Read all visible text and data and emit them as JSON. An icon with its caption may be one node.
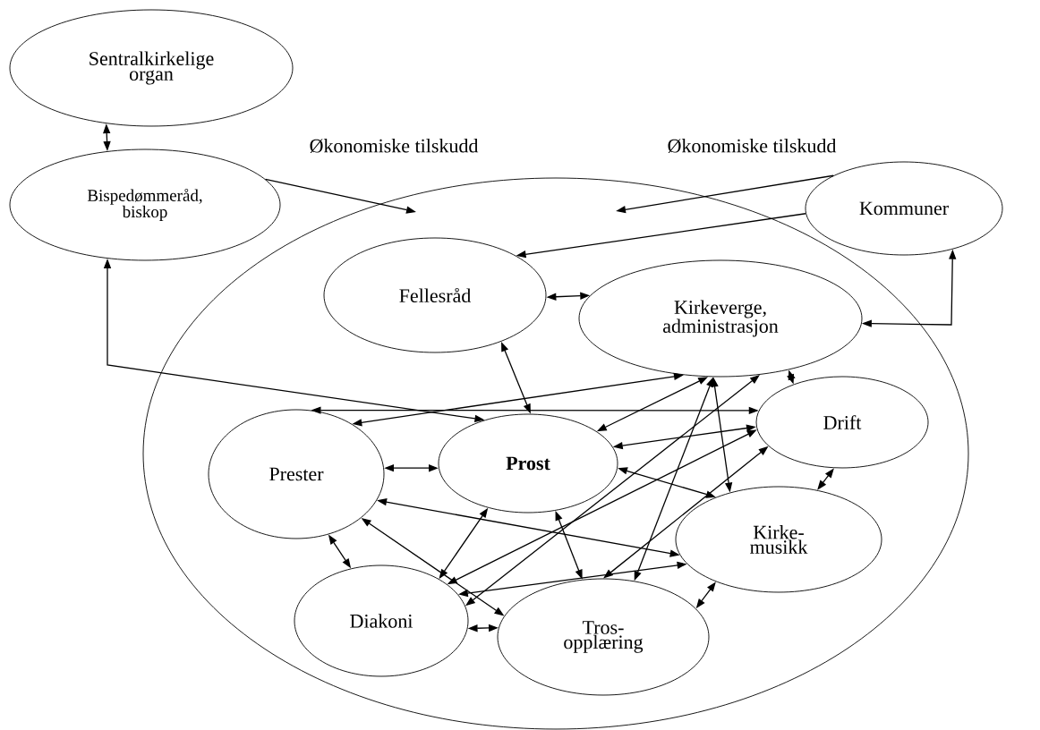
{
  "diagram": {
    "nodes": [
      {
        "text": [
          "Sentralkirkelige organ"
        ]
      },
      {
        "text": [
          "Bispedømmeråd, biskop"
        ]
      },
      {
        "text": [],
        "shape": "ellipse"
      },
      {
        "text": [
          "Kommuner"
        ]
      },
      {
        "text": [
          "Fellesråd"
        ],
        "in": 2
      },
      {
        "text": [
          "Kirkeverge, administrasjon"
        ],
        "in": 2
      },
      {
        "text": [
          "Prester"
        ],
        "in": 2
      },
      {
        "text": [
          "Prost"
        ],
        "in": 2
      },
      {
        "text": [
          "Drift"
        ],
        "in": 2
      },
      {
        "text": [
          "Kirke- musikk"
        ],
        "in": 2
      },
      {
        "text": [
          "Diakoni"
        ],
        "in": 2
      },
      {
        "text": [
          "Tros- opplæring"
        ],
        "in": 2
      }
    ],
    "edges": [
      {
        "from": 0,
        "to": 1,
        "arrow": "both"
      },
      {
        "from": 1,
        "to": 2,
        "arrow": "to",
        "label": "Økonomiske tilskudd"
      },
      {
        "from": 3,
        "to": 2,
        "arrow": "to",
        "label": "Økonomiske tilskudd"
      },
      {
        "from": 3,
        "to": 4,
        "arrow": "to"
      },
      {
        "from": 7,
        "to": 1,
        "arrow": "both"
      },
      {
        "from": 4,
        "to": 5,
        "arrow": "both"
      },
      {
        "from": 4,
        "to": 7,
        "arrow": "both"
      },
      {
        "from": 5,
        "to": 3,
        "arrow": "both"
      },
      {
        "from": 5,
        "to": 8,
        "arrow": "both"
      },
      {
        "from": 6,
        "to": 7,
        "arrow": "both"
      },
      {
        "from": 6,
        "to": 8,
        "arrow": "both"
      },
      {
        "from": 6,
        "to": 5,
        "arrow": "both"
      },
      {
        "from": 5,
        "to": 7,
        "arrow": "both"
      },
      {
        "from": 8,
        "to": 7,
        "arrow": "both"
      },
      {
        "from": 5,
        "to": 9,
        "arrow": "both"
      },
      {
        "from": 7,
        "to": 9,
        "arrow": "both"
      },
      {
        "from": 6,
        "to": 9,
        "arrow": "both"
      },
      {
        "from": 6,
        "to": 10,
        "arrow": "both"
      },
      {
        "from": 6,
        "to": 11,
        "arrow": "both"
      },
      {
        "from": 7,
        "to": 10,
        "arrow": "both"
      },
      {
        "from": 8,
        "to": 10,
        "arrow": "both"
      },
      {
        "from": 7,
        "to": 11,
        "arrow": "both"
      },
      {
        "from": 5,
        "to": 10,
        "arrow": "both"
      },
      {
        "from": 10,
        "to": 9,
        "arrow": "both"
      },
      {
        "from": 5,
        "to": 11,
        "arrow": "both"
      },
      {
        "from": 8,
        "to": 11,
        "arrow": "both"
      },
      {
        "from": 8,
        "to": 9,
        "arrow": "both"
      },
      {
        "from": 9,
        "to": 11,
        "arrow": "both"
      },
      {
        "from": 10,
        "to": 11,
        "arrow": "both"
      }
    ]
  }
}
